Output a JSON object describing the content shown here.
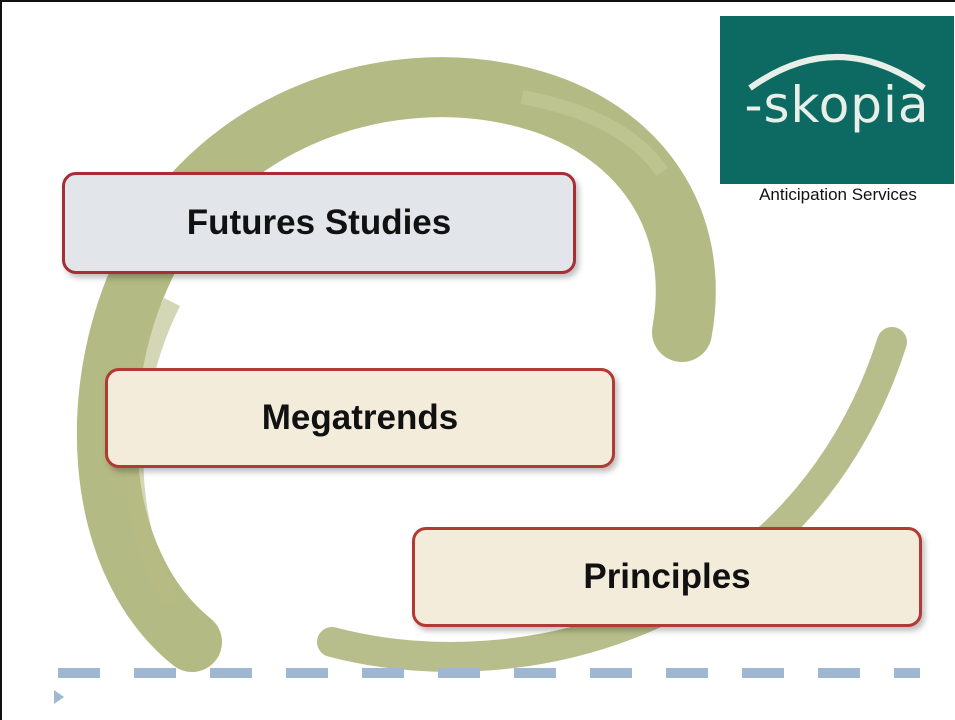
{
  "logo": {
    "wordmark": "-skopia",
    "caption": "Anticipation Services",
    "brand_color": "#0c6a62"
  },
  "boxes": [
    {
      "label": "Futures Studies",
      "fill": "#e2e6ea"
    },
    {
      "label": "Megatrends",
      "fill": "#f3ecda"
    },
    {
      "label": "Principles",
      "fill": "#f3ecda"
    }
  ],
  "colors": {
    "swirl": "#9aa35a",
    "box_border": "#a52f34",
    "divider": "#9fb7d0"
  }
}
